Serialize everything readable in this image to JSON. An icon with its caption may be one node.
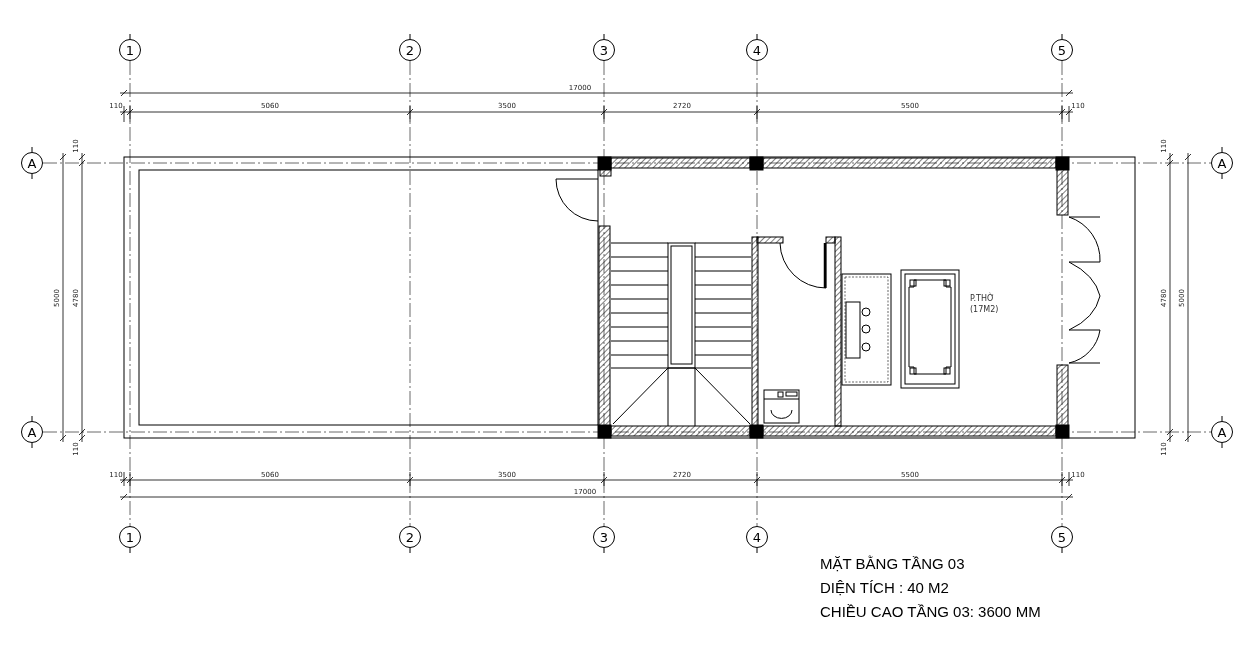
{
  "diagram": {
    "title": "MẶT BẰNG TẦNG 03",
    "nodes": [
      {
        "text": [
          "1"
        ]
      },
      {
        "text": [
          "2"
        ]
      },
      {
        "text": [
          "3"
        ]
      },
      {
        "text": [
          "4"
        ]
      },
      {
        "text": [
          "5"
        ]
      },
      {
        "text": [
          "A"
        ]
      },
      {
        "text": [
          "A"
        ]
      },
      {
        "text": [
          "A"
        ]
      },
      {
        "text": [
          "A"
        ]
      },
      {
        "text": [
          "1"
        ]
      },
      {
        "text": [
          "2"
        ]
      },
      {
        "text": [
          "3"
        ]
      },
      {
        "text": [
          "4"
        ]
      },
      {
        "text": [
          "5"
        ]
      }
    ],
    "edges": [
      {
        "from": 0,
        "to": 9,
        "arrow": "none",
        "style": "dashed"
      },
      {
        "from": 1,
        "to": 10,
        "arrow": "none",
        "style": "dashed"
      },
      {
        "from": 2,
        "to": 11,
        "arrow": "none",
        "style": "dashed"
      },
      {
        "from": 3,
        "to": 12,
        "arrow": "none",
        "style": "dashed"
      },
      {
        "from": 4,
        "to": 13,
        "arrow": "none",
        "style": "dashed"
      },
      {
        "from": 5,
        "to": 6,
        "arrow": "none",
        "style": "dashed"
      },
      {
        "from": 7,
        "to": 8,
        "arrow": "none",
        "style": "dashed"
      }
    ],
    "labels": [
      "17000",
      "110",
      "5060",
      "3500",
      "2720",
      "5500",
      "110",
      "110",
      "110",
      "5000",
      "4780",
      "P.THỜ (17M2)",
      "4780",
      "5000",
      "110",
      "110",
      "110",
      "5060",
      "3500",
      "2720",
      "5500",
      "110",
      "17000",
      "DIỆN TÍCH : 40 M2",
      "CHIỀU CAO TẦNG 03: 3600 MM"
    ]
  }
}
